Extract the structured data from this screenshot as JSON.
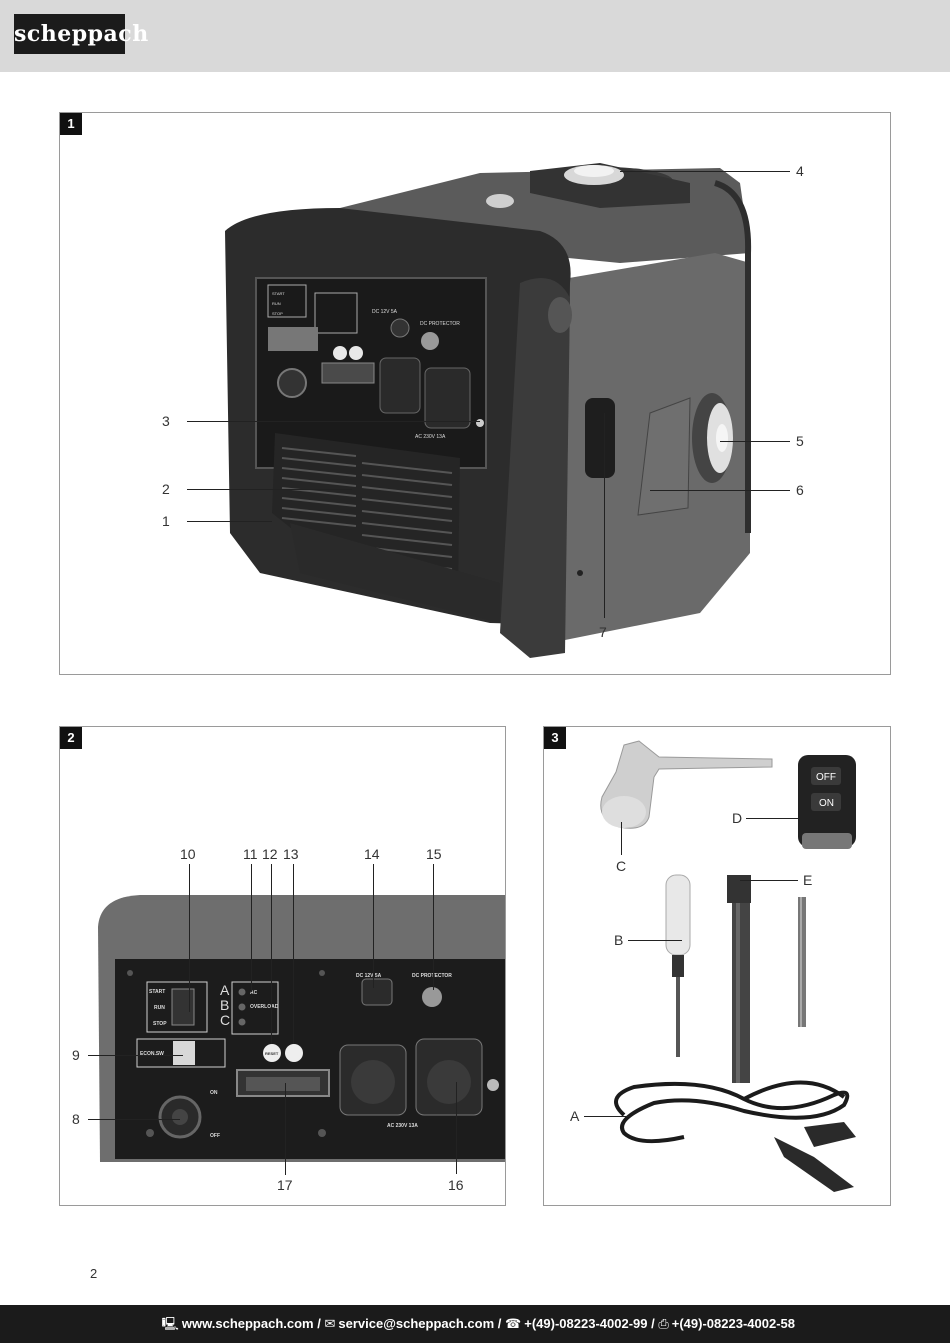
{
  "header": {
    "logo_text": "scheppach"
  },
  "figure1": {
    "number": "1",
    "labels": [
      "1",
      "2",
      "3",
      "4",
      "5",
      "6",
      "7"
    ],
    "panel_text": {
      "switch_start": "START",
      "switch_run": "RUN",
      "switch_stop": "STOP",
      "dc": "DC 12V 5A",
      "dc_protector": "DC PROTECTOR",
      "ac": "AC 230V 13A"
    }
  },
  "figure2": {
    "number": "2",
    "labels": [
      "8",
      "9",
      "10",
      "11",
      "12",
      "13",
      "14",
      "15",
      "16",
      "17"
    ],
    "letters": [
      "A",
      "B",
      "C"
    ],
    "panel_text": {
      "start": "START",
      "run": "RUN",
      "stop": "STOP",
      "econ": "ECON.SW",
      "ac": "AC",
      "overload": "OVERLOAD",
      "dc": "DC 12V 5A",
      "dc_protector": "DC PROTECTOR",
      "ac_socket": "AC  230V  13A",
      "on": "ON",
      "off": "OFF",
      "reset": "RESET"
    }
  },
  "figure3": {
    "number": "3",
    "labels": [
      "A",
      "B",
      "C",
      "D",
      "E"
    ],
    "remote": {
      "off": "OFF",
      "on": "ON"
    }
  },
  "page_number": "2",
  "footer": {
    "web": "www.scheppach.com",
    "email": "service@scheppach.com",
    "phone": "+(49)-08223-4002-99",
    "fax": "+(49)-08223-4002-58",
    "sep": "/"
  }
}
